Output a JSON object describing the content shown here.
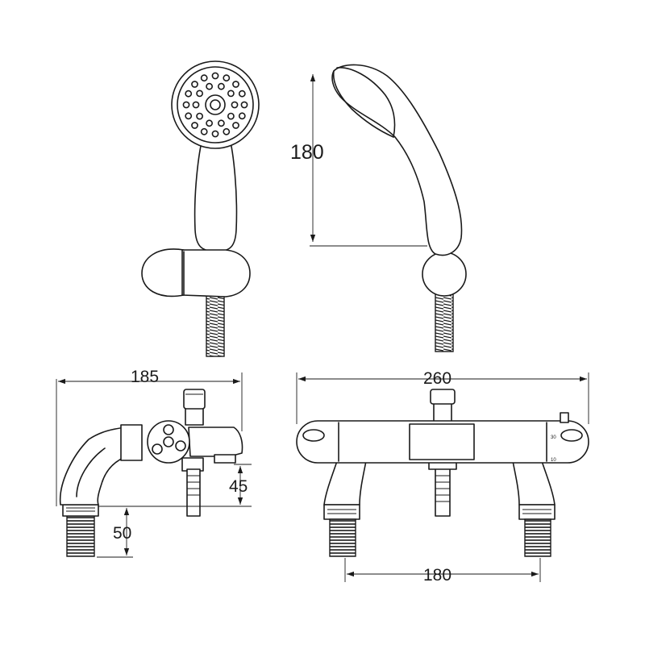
{
  "dimensions": {
    "handset_height": "180",
    "body_depth": "185",
    "body_width": "260",
    "spout_drop": "45",
    "tail_length": "50",
    "inlet_centres": "180"
  },
  "dial_marks": {
    "upper": "30",
    "lower": "10"
  }
}
